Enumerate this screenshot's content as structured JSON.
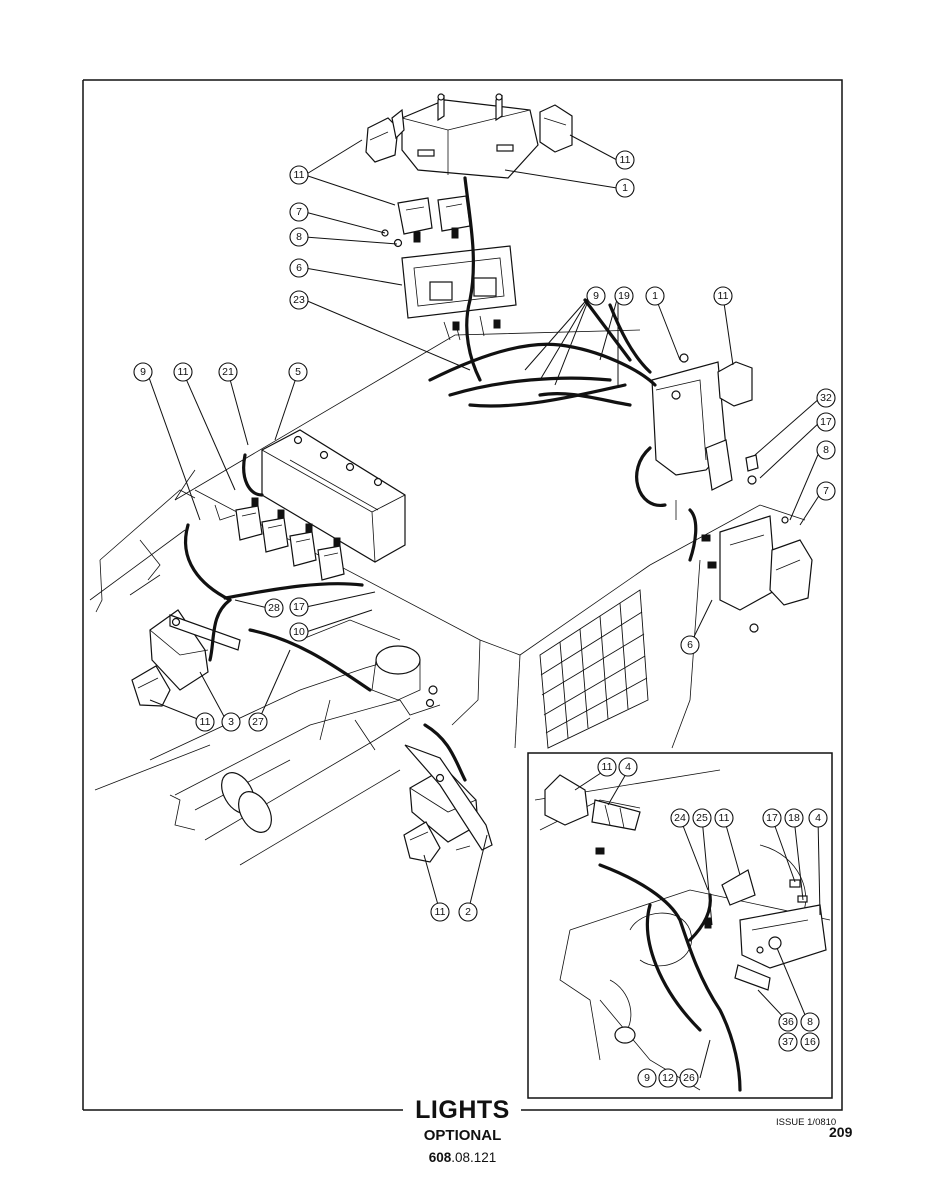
{
  "title": "LIGHTS",
  "subtitle": "OPTIONAL",
  "reference": {
    "prefix": "608",
    "suffix": ".08.121"
  },
  "issue": "ISSUE 1/0810",
  "page_number": "209",
  "callouts": {
    "c_11a": "11",
    "c_11b": "11",
    "c_1a": "1",
    "c_7a": "7",
    "c_8a": "8",
    "c_6a": "6",
    "c_23": "23",
    "c_9a": "9",
    "c_19": "19",
    "c_1b": "1",
    "c_11c": "11",
    "c_9b": "9",
    "c_11d": "11",
    "c_21": "21",
    "c_5": "5",
    "c_32": "32",
    "c_17a": "17",
    "c_8b": "8",
    "c_7b": "7",
    "c_6b": "6",
    "c_28": "28",
    "c_17b": "17",
    "c_10": "10",
    "c_11e": "11",
    "c_3": "3",
    "c_27": "27",
    "c_11f": "11",
    "c_2": "2",
    "i_11a": "11",
    "i_4a": "4",
    "i_24": "24",
    "i_25": "25",
    "i_11b": "11",
    "i_17": "17",
    "i_18": "18",
    "i_4b": "4",
    "i_36": "36",
    "i_8": "8",
    "i_37": "37",
    "i_16": "16",
    "i_9": "9",
    "i_12": "12",
    "i_26": "26"
  }
}
